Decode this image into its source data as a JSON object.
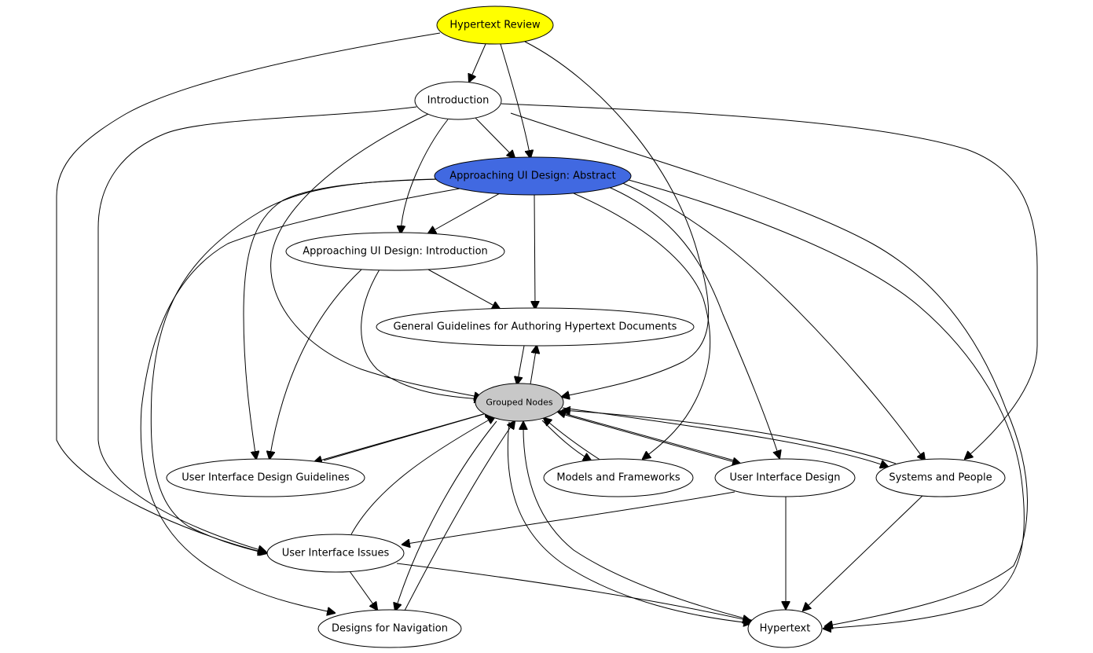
{
  "nodes": {
    "hypertext_review": {
      "label": "Hypertext Review",
      "color": "#ffff00"
    },
    "introduction": {
      "label": "Introduction",
      "color": "#ffffff"
    },
    "approaching_abstract": {
      "label": "Approaching UI Design: Abstract",
      "color": "#4169e1"
    },
    "approaching_intro": {
      "label": "Approaching UI Design: Introduction",
      "color": "#ffffff"
    },
    "general_guidelines": {
      "label": "General Guidelines for Authoring Hypertext Documents",
      "color": "#ffffff"
    },
    "grouped_nodes": {
      "label": "Grouped Nodes",
      "color": "#c8c8c8"
    },
    "ui_design_guidelines": {
      "label": "User Interface Design Guidelines",
      "color": "#ffffff"
    },
    "models_frameworks": {
      "label": "Models and Frameworks",
      "color": "#ffffff"
    },
    "ui_design": {
      "label": "User Interface Design",
      "color": "#ffffff"
    },
    "systems_people": {
      "label": "Systems and People",
      "color": "#ffffff"
    },
    "ui_issues": {
      "label": "User Interface Issues",
      "color": "#ffffff"
    },
    "designs_navigation": {
      "label": "Designs for Navigation",
      "color": "#ffffff"
    },
    "hypertext": {
      "label": "Hypertext",
      "color": "#ffffff"
    }
  }
}
